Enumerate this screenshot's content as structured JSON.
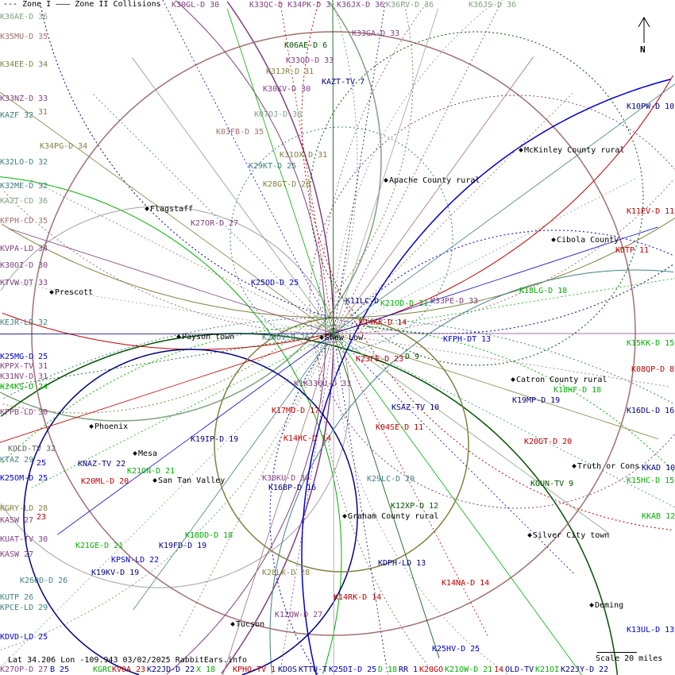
{
  "legend": {
    "text": "--- Zone I  ——— Zone II Collisions"
  },
  "status": {
    "text": "Lat 34.206 Lon -109.943 03/02/2025 RabbitEars.info"
  },
  "scale": {
    "text": "Scale 20 miles"
  },
  "north": {
    "text": "N"
  },
  "colors": {
    "purple": "#804080",
    "rose": "#a07070",
    "olive": "#808040",
    "teal": "#408080",
    "sage": "#80a080",
    "blue": "#0000c8",
    "green": "#00b000",
    "red": "#c00000",
    "dkgreen": "#005000",
    "navy": "#000080"
  },
  "stations": [
    {
      "text": "K36AE-D 36",
      "color": "#80a080"
    },
    {
      "text": "K35MU-D 35",
      "color": "#a07070"
    },
    {
      "text": "K34EE-D 34",
      "color": "#808040"
    },
    {
      "text": "K33NZ-D 33",
      "color": "#804080"
    },
    {
      "text": "31",
      "color": "#808040"
    },
    {
      "text": "KAZF 32",
      "color": "#408080"
    },
    {
      "text": "K34PG-D 34",
      "color": "#808040"
    },
    {
      "text": "K32LO-D 32",
      "color": "#408080"
    },
    {
      "text": "K32ME-D 32",
      "color": "#408080"
    },
    {
      "text": "KAZT-CD 36",
      "color": "#80a080"
    },
    {
      "text": "KFPH-CD 35",
      "color": "#a07070"
    },
    {
      "text": "KVPA-LD 34",
      "color": "#804080"
    },
    {
      "text": "K30OI-D 30",
      "color": "#804080"
    },
    {
      "text": "KTVW-DT 33",
      "color": "#804080"
    },
    {
      "text": "KEJR-LD 32",
      "color": "#408080"
    },
    {
      "text": "K25MG-D 25",
      "color": "#0000c8"
    },
    {
      "text": "KPPX-TV 31",
      "color": "#804080"
    },
    {
      "text": "K31NV-D 31",
      "color": "#804080"
    },
    {
      "text": "K24KS-D 24",
      "color": "#00b000"
    },
    {
      "text": "KFPB-LD 30",
      "color": "#804080"
    },
    {
      "text": "KOLD-TV 32",
      "color": "#606060"
    },
    {
      "text": "KTAZ 29",
      "color": "#408080"
    },
    {
      "text": "25",
      "color": "#0000c8"
    },
    {
      "text": "K25OM-D 25",
      "color": "#0000c8"
    },
    {
      "text": "KGRY-LD 28",
      "color": "#808040"
    },
    {
      "text": "KASW 27",
      "color": "#804080"
    },
    {
      "text": "23",
      "color": "#c00000"
    },
    {
      "text": "KUAT-TV 30",
      "color": "#804080"
    },
    {
      "text": "KASW 27",
      "color": "#804080"
    },
    {
      "text": "K26OD-D 26",
      "color": "#408080"
    },
    {
      "text": "KUTP 26",
      "color": "#408080"
    },
    {
      "text": "KPCE-LD 29",
      "color": "#408080"
    },
    {
      "text": "KDVD-LD 25",
      "color": "#0000c8"
    },
    {
      "text": "K30GL-D 30",
      "color": "#804080"
    },
    {
      "text": "K33QC-D K34PK-D 3",
      "color": "#804080"
    },
    {
      "text": "K36JX-D 36",
      "color": "#804080"
    },
    {
      "text": "K36PV-D 36",
      "color": "#80a080"
    },
    {
      "text": "K36JS-D 36",
      "color": "#80a080"
    },
    {
      "text": "K33GA-D 33",
      "color": "#804080"
    },
    {
      "text": "K06AE-D 6",
      "color": "#005000"
    },
    {
      "text": "K33QD-D 33",
      "color": "#804080"
    },
    {
      "text": "K31JR-D 31",
      "color": "#808040"
    },
    {
      "text": "KAZT-TV 7",
      "color": "#000080"
    },
    {
      "text": "K30KV-D 30",
      "color": "#804080"
    },
    {
      "text": "K07OJ-D 36",
      "color": "#80a080"
    },
    {
      "text": "K03FB-D 35",
      "color": "#a07070"
    },
    {
      "text": "K29KT-D 25",
      "color": "#408080"
    },
    {
      "text": "K31OX-D 31",
      "color": "#808040"
    },
    {
      "text": "K28GT-D 28",
      "color": "#808040"
    },
    {
      "text": "K27OR-D 27",
      "color": "#804080"
    },
    {
      "text": "K25OD-D 25",
      "color": "#0000c8"
    },
    {
      "text": "K11LC-D",
      "color": "#000080"
    },
    {
      "text": "K21OD-D 21",
      "color": "#00b000"
    },
    {
      "text": "K33PE-D 33",
      "color": "#804080"
    },
    {
      "text": "K18LG-D 18",
      "color": "#00b000"
    },
    {
      "text": "K14KK-D 14",
      "color": "#c00000"
    },
    {
      "text": "KFPH-DT 13",
      "color": "#0000c8"
    },
    {
      "text": "K26OV-D 26",
      "color": "#408080"
    },
    {
      "text": "K23FE-D 23",
      "color": "#c00000"
    },
    {
      "text": "D 9",
      "color": "#005000"
    },
    {
      "text": "K1K33QU-D 33",
      "color": "#804080"
    },
    {
      "text": "KSAZ-TV 10",
      "color": "#000080"
    },
    {
      "text": "K17MO-D 17",
      "color": "#c00000"
    },
    {
      "text": "K04SE-D 11",
      "color": "#c00000"
    },
    {
      "text": "K19IP-D 19",
      "color": "#000080"
    },
    {
      "text": "K14HC-D 14",
      "color": "#c00000"
    },
    {
      "text": "KNAZ-TV 22",
      "color": "#000080"
    },
    {
      "text": "K20ML-D 20",
      "color": "#c00000"
    },
    {
      "text": "K21ON-D 21",
      "color": "#00b000"
    },
    {
      "text": "K30KU-D 30",
      "color": "#804080"
    },
    {
      "text": "K16BP-D 16",
      "color": "#000080"
    },
    {
      "text": "K29LC-D 29",
      "color": "#408080"
    },
    {
      "text": "K12XP-D 12",
      "color": "#005000"
    },
    {
      "text": "K18DD-D 18",
      "color": "#00b000"
    },
    {
      "text": "K21GE-D 21",
      "color": "#00b000"
    },
    {
      "text": "K19FD-D 19",
      "color": "#000080"
    },
    {
      "text": "KPSN-LD 22",
      "color": "#0000c8"
    },
    {
      "text": "K19KV-D 19",
      "color": "#000080"
    },
    {
      "text": "K28LK-D 28",
      "color": "#808040"
    },
    {
      "text": "KDPH-LD 13",
      "color": "#000080"
    },
    {
      "text": "K14RK-D 14",
      "color": "#c00000"
    },
    {
      "text": "K14NA-D 14",
      "color": "#c00000"
    },
    {
      "text": "K12QW-D 27",
      "color": "#804080"
    },
    {
      "text": "K25HV-D 25",
      "color": "#0000c8"
    },
    {
      "text": "K10PW-D 10",
      "color": "#000080"
    },
    {
      "text": "K11EV-D 11",
      "color": "#c00000"
    },
    {
      "text": "KDTP 11",
      "color": "#c00000"
    },
    {
      "text": "K15KK-D 15",
      "color": "#00b000"
    },
    {
      "text": "K08QP-D 8",
      "color": "#c00000"
    },
    {
      "text": "K18HF-D 18",
      "color": "#00b000"
    },
    {
      "text": "K19MP-D 19",
      "color": "#000080"
    },
    {
      "text": "K16DL-D 16",
      "color": "#000080"
    },
    {
      "text": "K20GT-D 20",
      "color": "#c00000"
    },
    {
      "text": "KKAD 10",
      "color": "#000080"
    },
    {
      "text": "KGUN-TV 9",
      "color": "#005000"
    },
    {
      "text": "K15HC-D 15",
      "color": "#00b000"
    },
    {
      "text": "KKAB 12",
      "color": "#00b000"
    },
    {
      "text": "K13UL-D 13",
      "color": "#0000c8"
    },
    {
      "text": "K27OP-D 27",
      "color": "#804080"
    },
    {
      "text": "B 25",
      "color": "#0000c8"
    },
    {
      "text": "KGRC",
      "color": "#00b000"
    },
    {
      "text": "KVOA 23",
      "color": "#c00000"
    },
    {
      "text": "K22JD-D 22",
      "color": "#000080"
    },
    {
      "text": "X 18",
      "color": "#00b000"
    },
    {
      "text": "KPHO-TV 1",
      "color": "#c00000"
    },
    {
      "text": "KDOS",
      "color": "#000080"
    },
    {
      "text": "KTTU-T",
      "color": "#000080"
    },
    {
      "text": "K25DI-D 25",
      "color": "#0000c8"
    },
    {
      "text": "D 18",
      "color": "#00b000"
    },
    {
      "text": "RR 1",
      "color": "#000080"
    },
    {
      "text": "K20GO",
      "color": "#c00000"
    },
    {
      "text": "K21OW-D 21",
      "color": "#00b000"
    },
    {
      "text": "14",
      "color": "#c00000"
    },
    {
      "text": "OLD-TV",
      "color": "#000080"
    },
    {
      "text": "K21OI",
      "color": "#00b000"
    },
    {
      "text": "K22JY-D 22",
      "color": "#000080"
    }
  ],
  "places": [
    {
      "text": "Flagstaff"
    },
    {
      "text": "Prescott"
    },
    {
      "text": "Payson town"
    },
    {
      "text": "Phoenix"
    },
    {
      "text": "Mesa"
    },
    {
      "text": "San Tan Valley"
    },
    {
      "text": "Tucson"
    },
    {
      "text": "Show Low"
    },
    {
      "text": "Apache County rural"
    },
    {
      "text": "McKinley County rural"
    },
    {
      "text": "Cibola County"
    },
    {
      "text": "Catron County rural"
    },
    {
      "text": "Truth or Cons"
    },
    {
      "text": "Silver City town"
    },
    {
      "text": "Graham County rural"
    },
    {
      "text": "Deming"
    }
  ]
}
